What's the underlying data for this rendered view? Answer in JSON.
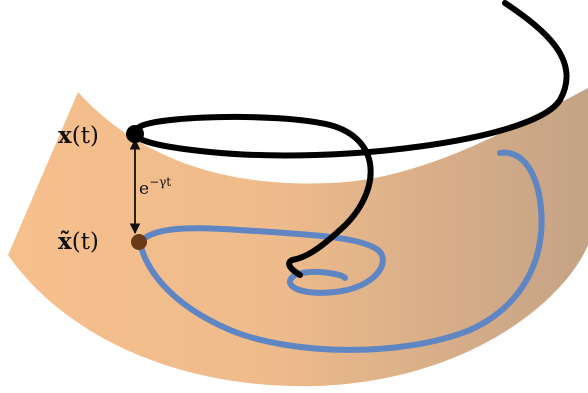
{
  "labels": {
    "x_vec": "x",
    "x_tilde_vec": "x̃",
    "arg": "(t)",
    "decay_base": "e",
    "decay_exponent": "−γt"
  },
  "colors": {
    "manifold_left": "#f6c08d",
    "manifold_right": "#c4a386",
    "trajectory": "#000000",
    "projection": "#5f86c2",
    "projected_point": "#6a3a17",
    "arrow": "#111111"
  },
  "icons": {
    "state_point": "filled-circle",
    "projected_point": "filled-circle",
    "distance_arrow": "double-headed-arrow"
  }
}
